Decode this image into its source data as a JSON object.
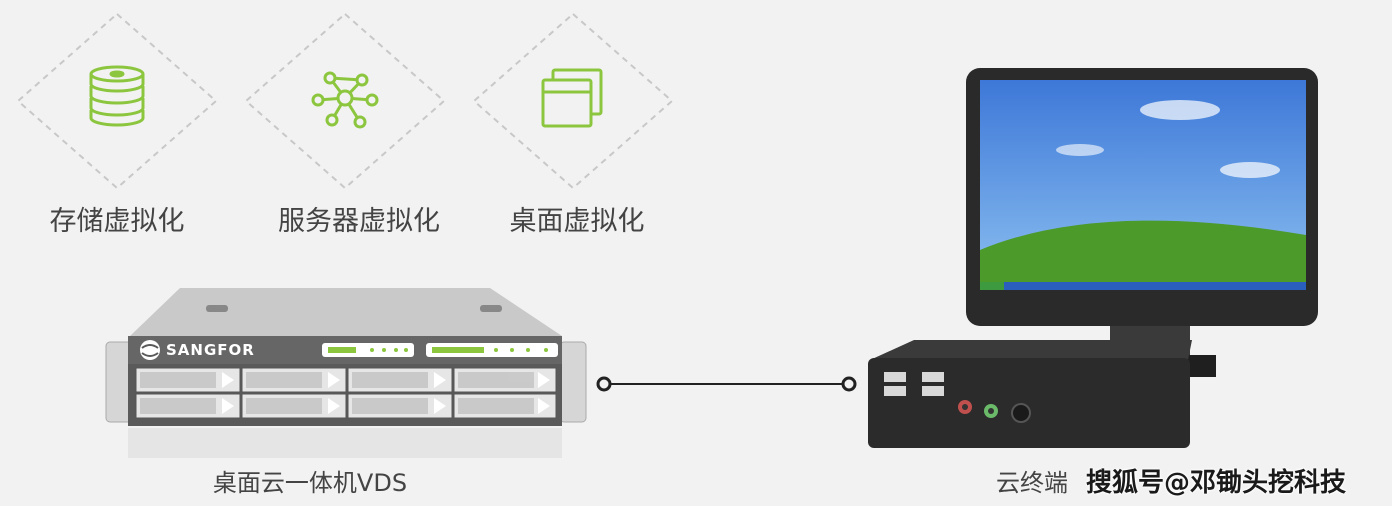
{
  "features": [
    {
      "label": "存储虚拟化",
      "icon": "storage-stack-icon"
    },
    {
      "label": "服务器虚拟化",
      "icon": "network-nodes-icon"
    },
    {
      "label": "桌面虚拟化",
      "icon": "windows-stack-icon"
    }
  ],
  "server": {
    "brand": "SANGFOR",
    "label": "桌面云一体机VDS"
  },
  "terminal": {
    "label": "云终端"
  },
  "watermark": "搜狐号@邓锄头挖科技",
  "colors": {
    "accent": "#8cc63f",
    "diamond_border": "#c8c8c8",
    "device_dark": "#2b2b2b"
  }
}
